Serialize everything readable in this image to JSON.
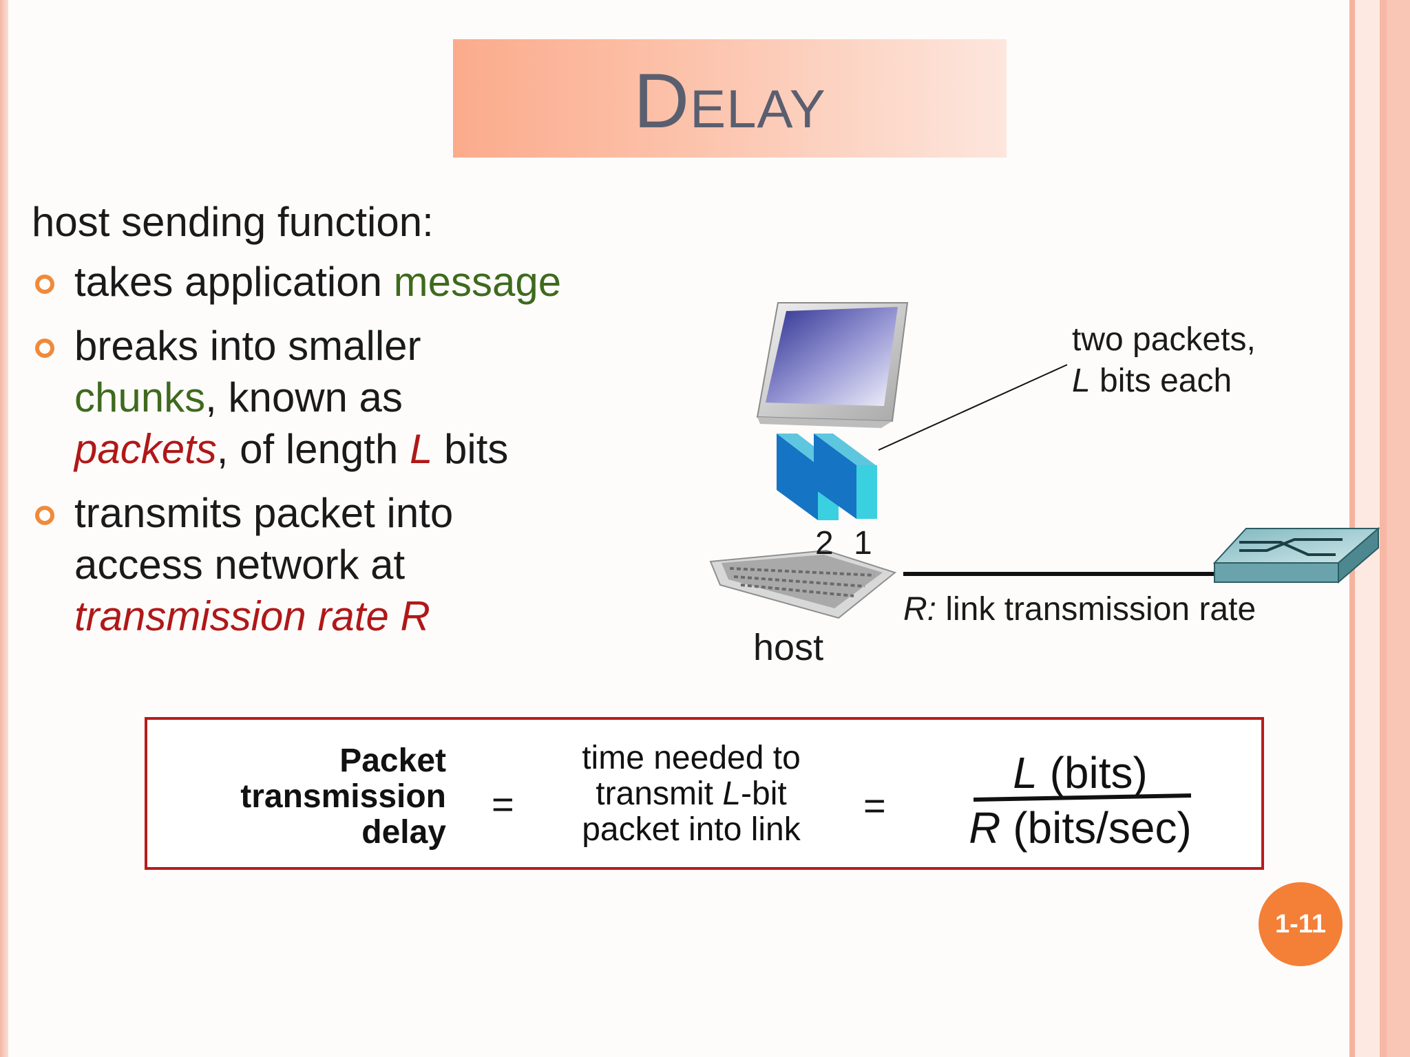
{
  "slide": {
    "title": "Delay",
    "intro": "host sending function:",
    "bullets": [
      {
        "text": "takes application ",
        "highlight": "message"
      },
      {
        "part1": "breaks into smaller",
        "green": "chunks",
        "part2": ", known as",
        "packets": "packets",
        "part3": ", of length ",
        "L": "L",
        "part4": " bits"
      },
      {
        "part1": "transmits packet into",
        "part2": "access network at",
        "rate": "transmission rate R"
      }
    ],
    "diagram": {
      "packets_line1": "two packets,",
      "packets_L": "L",
      "packets_line2": " bits each",
      "packet_2": "2",
      "packet_1": "1",
      "rate_R": "R:",
      "rate_text": " link transmission rate",
      "host": "host"
    },
    "formula": {
      "name_lines": [
        "Packet",
        "transmission",
        "delay"
      ],
      "eq": "=",
      "mid_line1": "time needed to",
      "mid_line2_a": "transmit ",
      "mid_line2_L": "L",
      "mid_line2_b": "-bit",
      "mid_line3": "packet into link",
      "num_L": "L",
      "num_rest": " (bits)",
      "den_R": "R",
      "den_rest": " (bits/sec)"
    },
    "page_number": "1-11"
  },
  "colors": {
    "accent_orange": "#f47f36",
    "green": "#3f6a1d",
    "red": "#b01818",
    "box_border": "#b71c1c"
  },
  "icons": [
    "bullet-circle-icon",
    "monitor-icon",
    "keyboard-icon",
    "packet-icon",
    "router-icon"
  ]
}
